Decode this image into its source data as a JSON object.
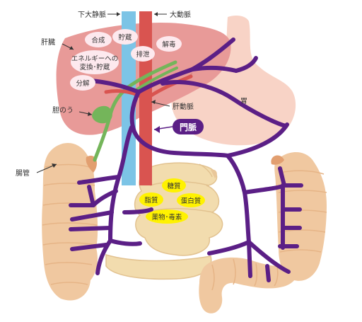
{
  "labels": {
    "ivc": "下大静脈",
    "aorta": "大動脈",
    "liver": "肝臓",
    "gallbladder": "胆のう",
    "hepatic_artery": "肝動脈",
    "intestine": "腸管",
    "stomach": "胃",
    "portal_vein": "門脈"
  },
  "liver_functions": {
    "synthesis": "合成",
    "storage": "貯蔵",
    "detox": "解毒",
    "excretion": "排泄",
    "energy_line1": "エネルギーへの",
    "energy_line2": "変換･貯蔵",
    "decomposition": "分解"
  },
  "nutrients": {
    "sugar": "糖質",
    "lipid": "脂質",
    "protein": "蛋白質",
    "drugs": "薬物･毒素"
  },
  "colors": {
    "liver": "#e89a98",
    "stomach": "#f8d3c6",
    "intestine": "#f0c8a0",
    "small_intestine": "#f2dcae",
    "portal_vein": "#5b1f86",
    "ivc": "#7cc4e6",
    "aorta": "#d95450",
    "bile_duct": "#74b55a",
    "nutrient_bubble": "#fff200"
  }
}
